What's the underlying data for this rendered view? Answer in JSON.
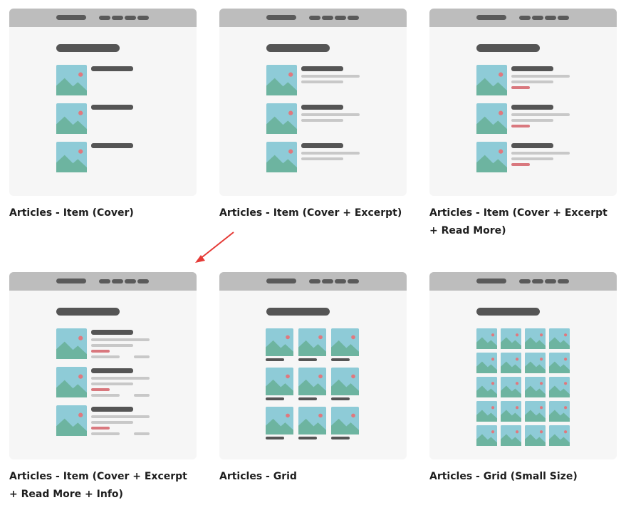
{
  "cards": [
    {
      "label": "Articles - Item (Cover)",
      "variant": "list-cover"
    },
    {
      "label": "Articles - Item (Cover + Excerpt)",
      "variant": "list-excerpt"
    },
    {
      "label": "Articles - Item (Cover + Excerpt + Read More)",
      "variant": "list-readmore"
    },
    {
      "label": "Articles - Item (Cover + Excerpt + Read More + Info)",
      "variant": "list-info"
    },
    {
      "label": "Articles - Grid",
      "variant": "grid"
    },
    {
      "label": "Articles - Grid (Small Size)",
      "variant": "grid-small"
    }
  ],
  "colors": {
    "sky": "#8ecbd7",
    "mountain": "#6db4a0",
    "sun": "#e0787e",
    "accent_arrow": "#e53935"
  }
}
